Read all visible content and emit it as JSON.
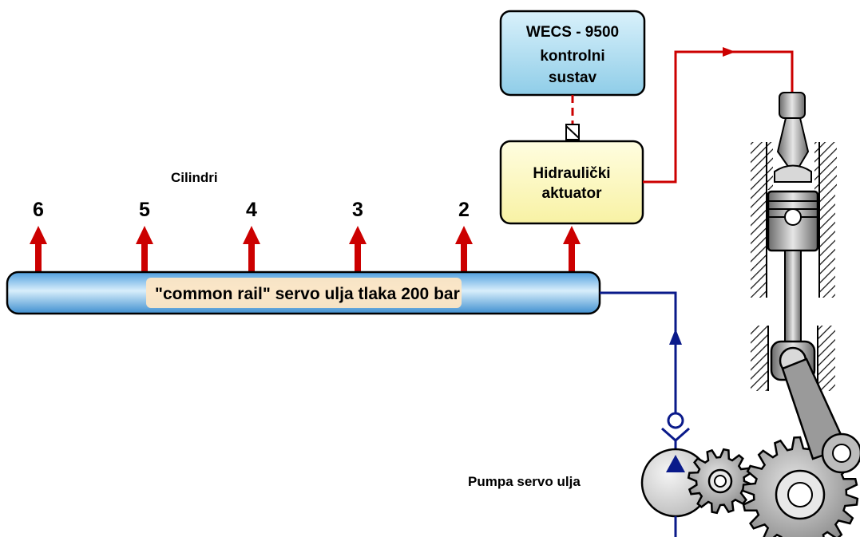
{
  "control_box": {
    "line1": "WECS - 9500",
    "line2": "kontrolni",
    "line3": "sustav"
  },
  "actuator_box": {
    "line1": "Hidraulički",
    "line2": "aktuator"
  },
  "cylinders_label": "Cilindri",
  "cylinder_numbers": [
    "6",
    "5",
    "4",
    "3",
    "2"
  ],
  "rail_label": "\"common rail\" servo ulja tlaka 200 bar",
  "pump_label": "Pumpa servo ulja",
  "colors": {
    "supply_line": "#cc0000",
    "return_line": "#0a1a8a",
    "control_box_fill": "#b8e4f4",
    "actuator_fill": "#fdfbc6",
    "rail_fill": "#8cc4ec",
    "rail_label_bg": "#fde6c4"
  }
}
